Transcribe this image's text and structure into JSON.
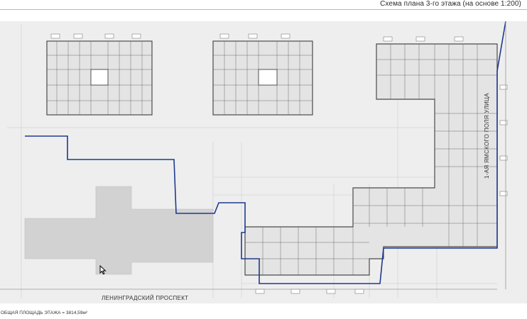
{
  "header": {
    "title": "Схема плана 3-го этажа (на основе 1:200)"
  },
  "streets": {
    "bottom": "ЛЕНИНГРАДСКИЙ ПРОСПЕКТ",
    "right": "1-АЯ ЯМСКОГО ПОЛЯ УЛИЦА"
  },
  "footer": {
    "area": "ОБЩАЯ ПЛОЩАДЬ ЭТАЖА = 3814,59м²"
  },
  "colors": {
    "background": "#ffffff",
    "site_fill": "#eeeeee",
    "building_fill": "#e4e4e4",
    "plan_line": "#4a4a4a",
    "boundary": "#1f3a8f",
    "neighbor": "#d2d2d2"
  },
  "icons": {
    "cursor": "mouse-pointer-icon"
  }
}
